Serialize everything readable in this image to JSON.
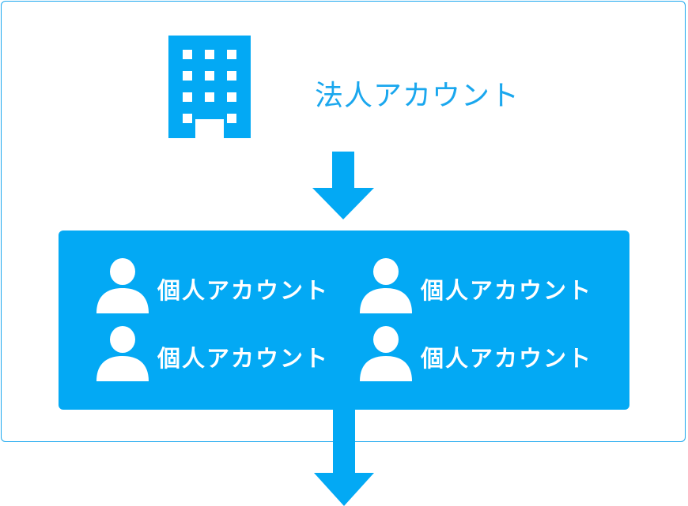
{
  "corporate": {
    "label": "法人アカウント",
    "icon": "building-icon"
  },
  "individuals": [
    {
      "label": "個人アカウント",
      "icon": "person-icon"
    },
    {
      "label": "個人アカウント",
      "icon": "person-icon"
    },
    {
      "label": "個人アカウント",
      "icon": "person-icon"
    },
    {
      "label": "個人アカウント",
      "icon": "person-icon"
    }
  ],
  "colors": {
    "primary": "#03a9f4",
    "border": "#1aa7ee",
    "text_on_primary": "#ffffff"
  }
}
